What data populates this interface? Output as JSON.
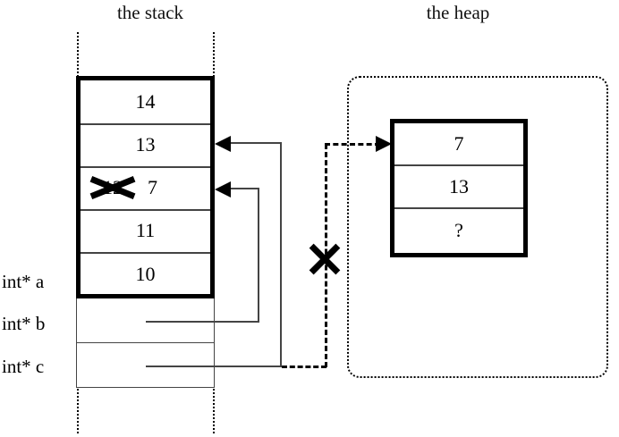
{
  "figure": {
    "stack_title": "the stack",
    "heap_title": "the heap"
  },
  "stack": {
    "cells": [
      {
        "value": "14"
      },
      {
        "value": "13"
      },
      {
        "value": "12",
        "struck_out": true,
        "replacement": "7"
      },
      {
        "value": "11"
      },
      {
        "value": "10"
      }
    ],
    "labels": [
      {
        "text": "int* a",
        "points_to": "stack-array-base"
      },
      {
        "text": "int* b",
        "points_to": "stack-cell-7"
      },
      {
        "text": "int* c",
        "points_to": "heap-block-dangling"
      }
    ]
  },
  "heap": {
    "cells": [
      {
        "value": "7"
      },
      {
        "value": "13"
      },
      {
        "value": "?"
      }
    ]
  },
  "annotations": {
    "struck_cell_note": "12 crossed out, overwritten with 7",
    "dangling_pointer_note": "dashed pointer from int* c crossed out",
    "cross_icon": "x-cross-icon"
  },
  "colors": {
    "ink": "#000000",
    "rule": "#444444",
    "background": "#ffffff"
  }
}
